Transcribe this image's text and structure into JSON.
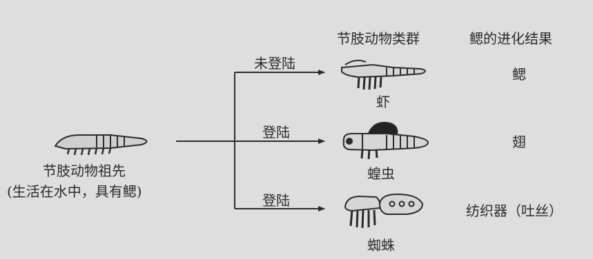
{
  "headers": {
    "group": "节肢动物类群",
    "result": "鳃的进化结果"
  },
  "ancestor": {
    "name": "节肢动物祖先",
    "note": "(生活在水中，具有鳃)"
  },
  "branches": [
    {
      "label": "未登陆",
      "animal": "虾",
      "result": "鳃"
    },
    {
      "label": "登陆",
      "animal": "蝗虫",
      "result": "翅"
    },
    {
      "label": "登陆",
      "animal": "蜘蛛",
      "result": "纺织器（吐丝）"
    }
  ],
  "colors": {
    "line": "#2a2a2a",
    "ink": "#2b2b2b",
    "background": "#dedede"
  }
}
